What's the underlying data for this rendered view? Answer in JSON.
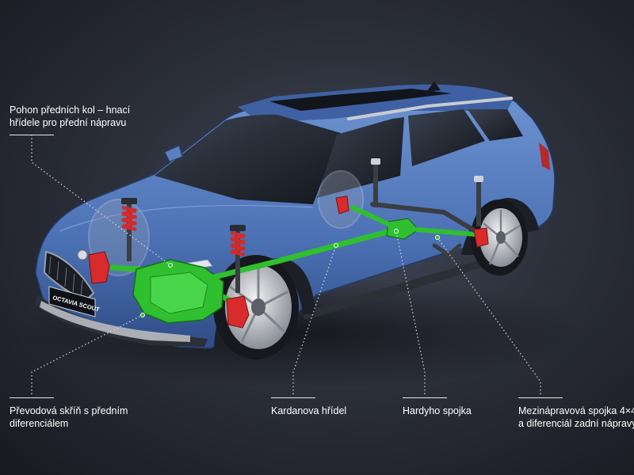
{
  "labels": {
    "front_axle": {
      "line1": "Pohon předních kol – hnací",
      "line2": "hřídele pro přední nápravu"
    },
    "gearbox": {
      "line1": "Převodová skříň s předním",
      "line2": "diferenciálem"
    },
    "propshaft": {
      "line1": "Kardanova hřídel"
    },
    "hardy": {
      "line1": "Hardyho spojka"
    },
    "coupling": {
      "line1": "Mezinápravová spojka 4×4",
      "line2": "a diferenciál zadní nápravy"
    }
  },
  "badge": "OCTAVIA SCOUT",
  "colors": {
    "background": "#22252e",
    "body": "#5277b8",
    "drivetrain": "#2fbf2f",
    "caliper": "#d92b2b",
    "label": "#ffffff",
    "leader": "#d8d8d8"
  }
}
